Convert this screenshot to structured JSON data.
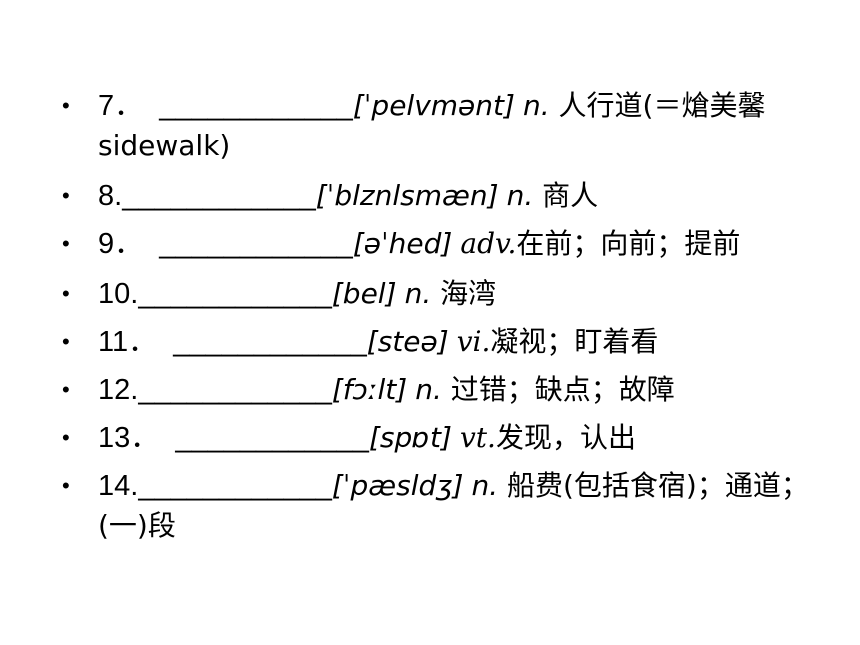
{
  "items": [
    {
      "bullet": "•",
      "num": "7．",
      "gap": "  ",
      "blank": "____________",
      "ipa": "[ˈpelvmənt]",
      "pos": "n.",
      "def": "  人行道(＝熗美馨sidewalk)"
    },
    {
      "bullet": "•",
      "num": "8.",
      "gap": "",
      "blank": "____________",
      "ipa": "[ˈblznlsmæn]",
      "pos": "n.",
      "def": "  商人"
    },
    {
      "bullet": "•",
      "num": "9．",
      "gap": "  ",
      "blank": "____________",
      "ipa": "[əˈhed]",
      "pos": "adv.",
      "def": "在前；向前；提前"
    },
    {
      "bullet": "•",
      "num": "10.",
      "gap": "",
      "blank": "____________",
      "ipa": "[bel]",
      "pos": "n.",
      "def": "  海湾"
    },
    {
      "bullet": "•",
      "num": "11．",
      "gap": "  ",
      "blank": "____________",
      "ipa": "[steə]",
      "pos": "vi.",
      "def": "凝视；盯着看"
    },
    {
      "bullet": "•",
      "num": "12.",
      "gap": "",
      "blank": "____________",
      "ipa": "[fɔːlt]",
      "pos": "n.",
      "def": "  过错；缺点；故障"
    },
    {
      "bullet": "•",
      "num": "13．",
      "gap": "  ",
      "blank": "____________",
      "ipa": "[spɒt]",
      "pos": "vt.",
      "def": "发现，认出"
    },
    {
      "bullet": "•",
      "num": "14.",
      "gap": "",
      "blank": "____________",
      "ipa": "[ˈpæsldʒ]",
      "pos": "n.",
      "def": "  船费(包括食宿)；通道；(一)段"
    }
  ]
}
